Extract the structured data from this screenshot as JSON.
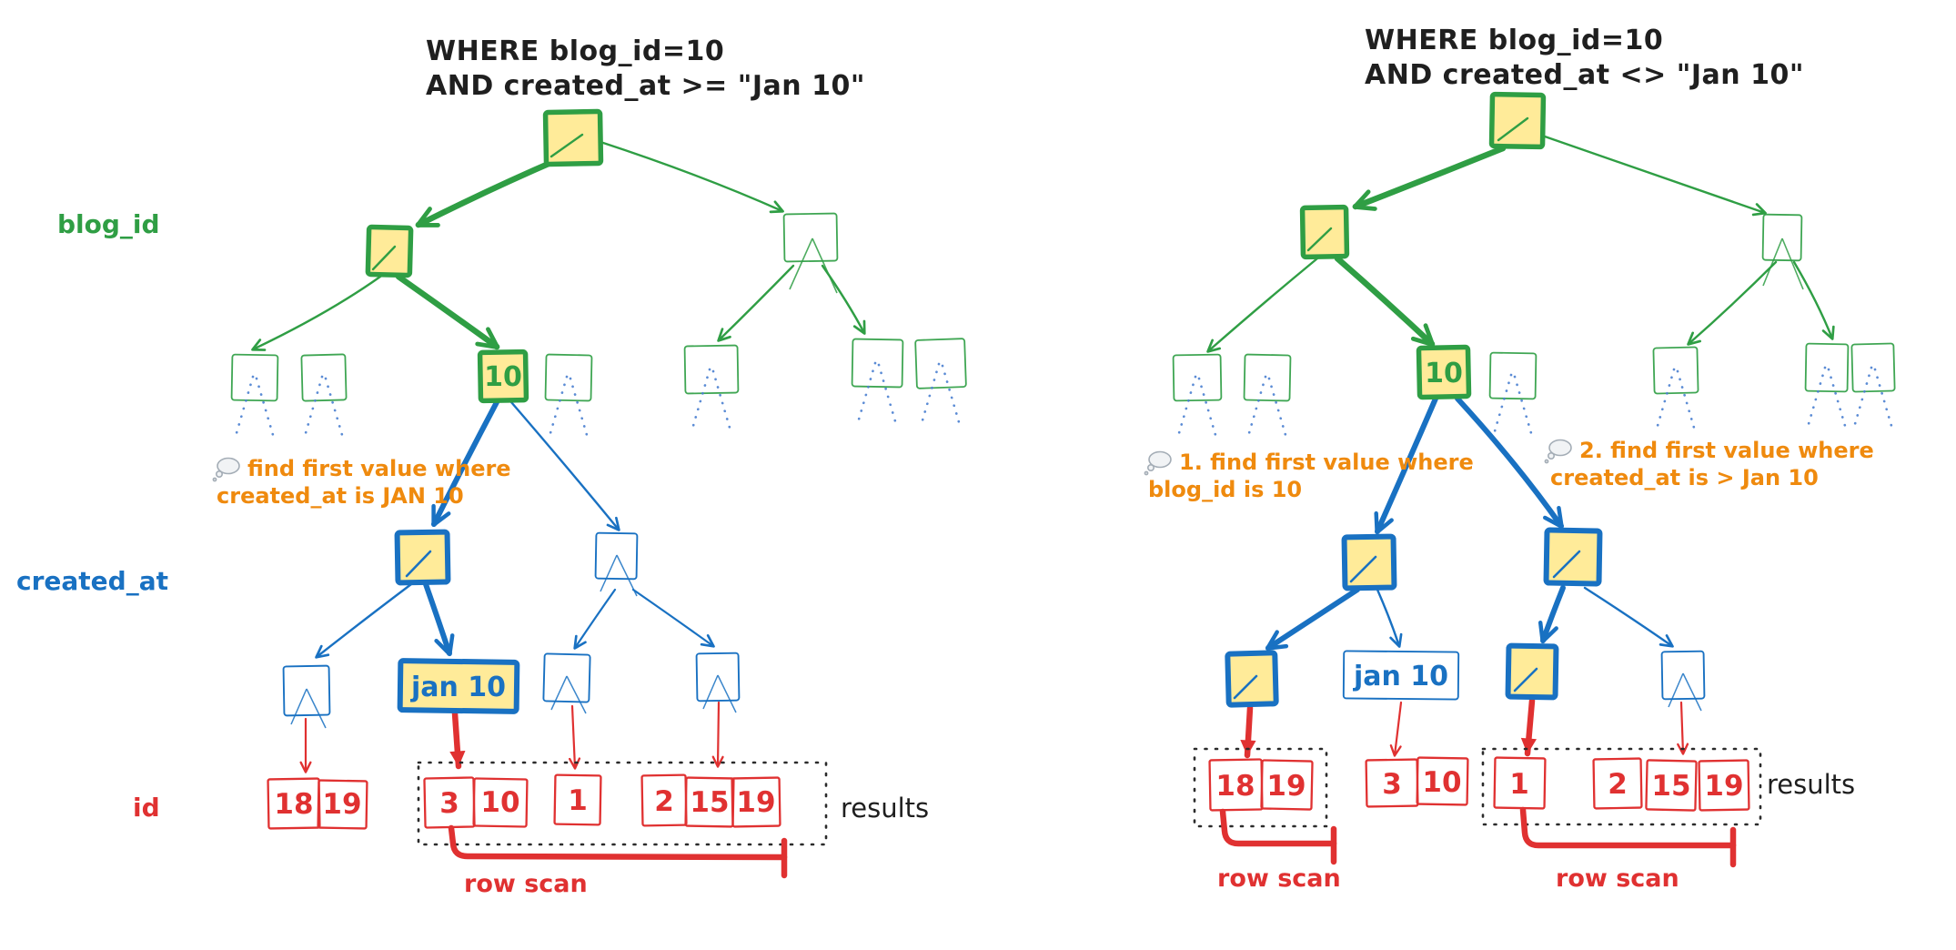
{
  "palette": {
    "green": "#2f9e44",
    "blue": "#1971c2",
    "red": "#e03131",
    "orange": "#ef8a0e",
    "yellow_fill": "#ffeb99",
    "ink": "#1f1f1f",
    "dotted_subtree_blue": "#4a7fd0"
  },
  "labels": {
    "blog_id": "blog_id",
    "created_at": "created_at",
    "id": "id"
  },
  "left": {
    "title1": "WHERE blog_id=10",
    "title2": "AND created_at >= \"Jan 10\"",
    "green_value": "10",
    "blue_value": "jan 10",
    "note": {
      "line1": "find first value where",
      "line2": "created_at is JAN 10"
    },
    "ids_outside": [
      "18",
      "19"
    ],
    "ids_results": [
      "3",
      "10",
      "1",
      "2",
      "15",
      "19"
    ],
    "results_label": "results",
    "row_scan_label": "row scan"
  },
  "right": {
    "title1": "WHERE blog_id=10",
    "title2": "AND created_at <> \"Jan 10\"",
    "green_value": "10",
    "blue_value": "jan 10",
    "note1": {
      "line1": "1. find first value where",
      "line2": "blog_id is 10"
    },
    "note2": {
      "line1": "2. find first value where",
      "line2": "created_at is > Jan 10"
    },
    "ids_dotted_left": [
      "18",
      "19"
    ],
    "ids_middle": [
      "3",
      "10"
    ],
    "ids_dotted_right": [
      "1",
      "2",
      "15",
      "19"
    ],
    "results_label": "results",
    "row_scan_label_1": "row scan",
    "row_scan_label_2": "row scan"
  }
}
